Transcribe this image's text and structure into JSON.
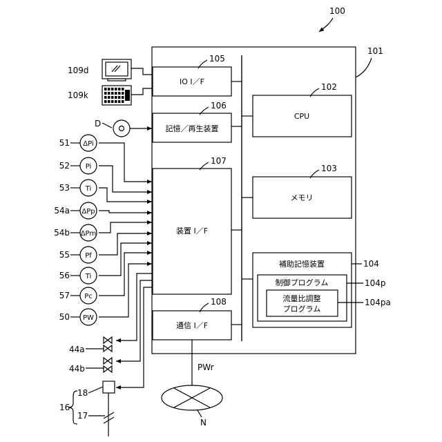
{
  "figure": {
    "ref_main": "100",
    "ref_device": "101",
    "ref_io_if": "105",
    "ref_storage": "106",
    "ref_device_if": "107",
    "ref_comm_if": "108",
    "ref_cpu": "102",
    "ref_memory": "103",
    "ref_aux_storage": "104",
    "ref_control_program": "104p",
    "ref_flow_program": "104pa",
    "ref_display": "109d",
    "ref_keyboard": "109k",
    "ref_disc": "D",
    "ref_network": "N",
    "ref_network_line": "PWr",
    "ref_valve_a": "44a",
    "ref_valve_b": "44b",
    "ref_group": "16",
    "ref_unit_18": "18",
    "ref_unit_17": "17"
  },
  "boxes": {
    "io_if": "IO I／F",
    "storage": "記憶／再生装置",
    "device_if": "装置 I／F",
    "comm_if": "通信 I／F",
    "cpu": "CPU",
    "memory": "メモリ",
    "aux_storage": "補助記憶装置",
    "control_program": "制御プログラム",
    "flow_program_line1": "流量比調整",
    "flow_program_line2": "プログラム"
  },
  "sensors": [
    {
      "ref": "51",
      "label": "ΔPi"
    },
    {
      "ref": "52",
      "label": "Pi"
    },
    {
      "ref": "53",
      "label": "Ti"
    },
    {
      "ref": "54a",
      "label": "ΔPp"
    },
    {
      "ref": "54b",
      "label": "ΔPm"
    },
    {
      "ref": "55",
      "label": "Pf"
    },
    {
      "ref": "56",
      "label": "Ti"
    },
    {
      "ref": "57",
      "label": "Pc"
    },
    {
      "ref": "50",
      "label": "PW"
    }
  ]
}
